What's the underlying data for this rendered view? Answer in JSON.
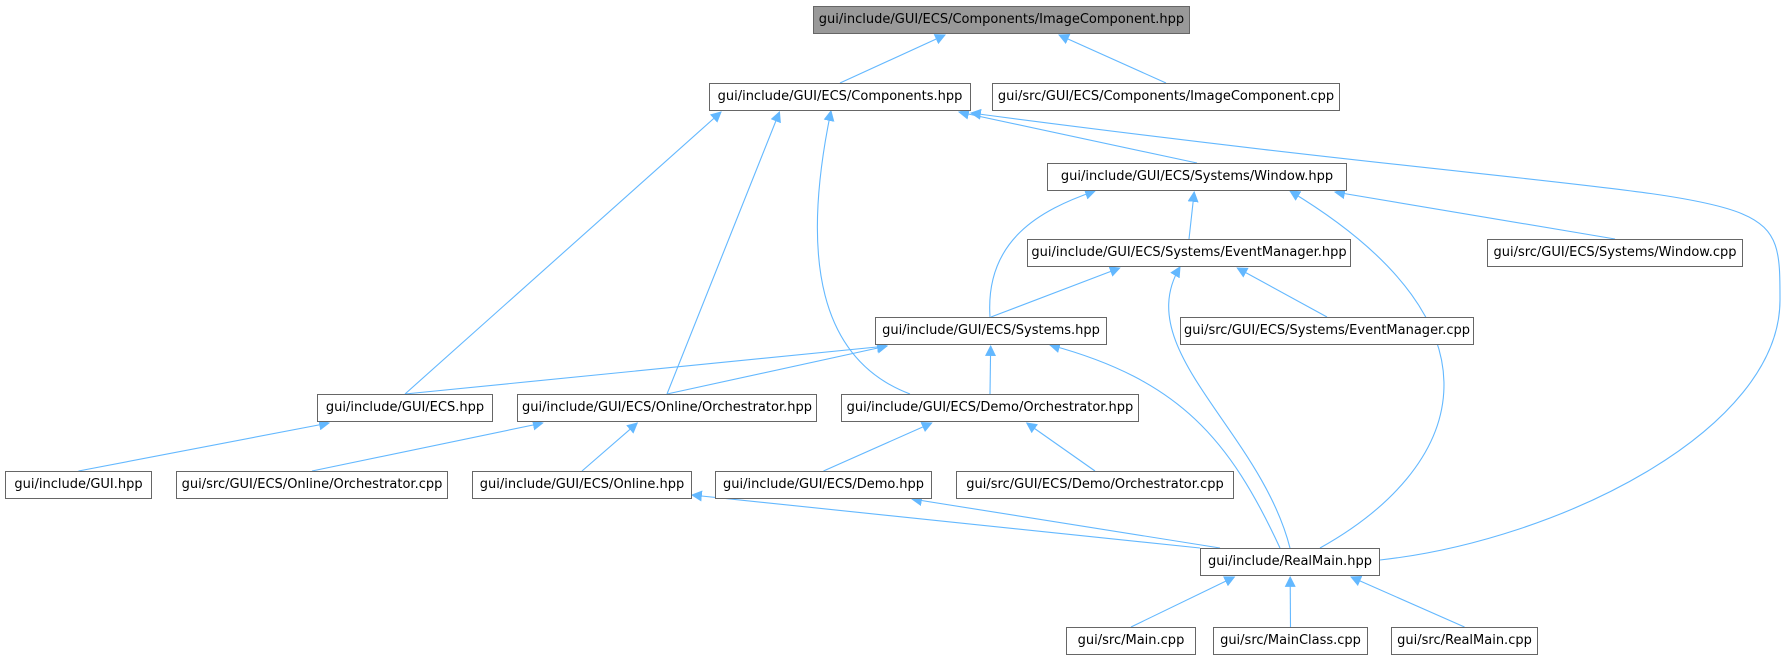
{
  "graph": {
    "colors": {
      "edge": "#63b8ff",
      "node_border": "#666666",
      "root_fill": "#999999",
      "node_fill": "#ffffff"
    },
    "nodes": {
      "image_component_hpp": "gui/include/GUI/ECS/Components/ImageComponent.hpp",
      "components_hpp": "gui/include/GUI/ECS/Components.hpp",
      "image_component_cpp": "gui/src/GUI/ECS/Components/ImageComponent.cpp",
      "window_hpp": "gui/include/GUI/ECS/Systems/Window.hpp",
      "event_manager_hpp": "gui/include/GUI/ECS/Systems/EventManager.hpp",
      "window_cpp": "gui/src/GUI/ECS/Systems/Window.cpp",
      "systems_hpp": "gui/include/GUI/ECS/Systems.hpp",
      "event_manager_cpp": "gui/src/GUI/ECS/Systems/EventManager.cpp",
      "ecs_hpp": "gui/include/GUI/ECS.hpp",
      "online_orchestrator_hpp": "gui/include/GUI/ECS/Online/Orchestrator.hpp",
      "demo_orchestrator_hpp": "gui/include/GUI/ECS/Demo/Orchestrator.hpp",
      "gui_hpp": "gui/include/GUI.hpp",
      "online_orchestrator_cpp": "gui/src/GUI/ECS/Online/Orchestrator.cpp",
      "online_hpp": "gui/include/GUI/ECS/Online.hpp",
      "demo_hpp": "gui/include/GUI/ECS/Demo.hpp",
      "demo_orchestrator_cpp": "gui/src/GUI/ECS/Demo/Orchestrator.cpp",
      "realmain_hpp": "gui/include/RealMain.hpp",
      "main_cpp": "gui/src/Main.cpp",
      "mainclass_cpp": "gui/src/MainClass.cpp",
      "realmain_cpp": "gui/src/RealMain.cpp"
    },
    "edges": [
      [
        "components_hpp",
        "image_component_hpp"
      ],
      [
        "image_component_cpp",
        "image_component_hpp"
      ],
      [
        "window_hpp",
        "components_hpp"
      ],
      [
        "ecs_hpp",
        "components_hpp"
      ],
      [
        "online_orchestrator_hpp",
        "components_hpp"
      ],
      [
        "demo_orchestrator_hpp",
        "components_hpp"
      ],
      [
        "realmain_hpp",
        "components_hpp"
      ],
      [
        "event_manager_hpp",
        "window_hpp"
      ],
      [
        "systems_hpp",
        "window_hpp"
      ],
      [
        "window_cpp",
        "window_hpp"
      ],
      [
        "realmain_hpp",
        "window_hpp"
      ],
      [
        "systems_hpp",
        "event_manager_hpp"
      ],
      [
        "event_manager_cpp",
        "event_manager_hpp"
      ],
      [
        "realmain_hpp",
        "event_manager_hpp"
      ],
      [
        "ecs_hpp",
        "systems_hpp"
      ],
      [
        "online_orchestrator_hpp",
        "systems_hpp"
      ],
      [
        "demo_orchestrator_hpp",
        "systems_hpp"
      ],
      [
        "realmain_hpp",
        "systems_hpp"
      ],
      [
        "gui_hpp",
        "ecs_hpp"
      ],
      [
        "online_orchestrator_cpp",
        "online_orchestrator_hpp"
      ],
      [
        "online_hpp",
        "online_orchestrator_hpp"
      ],
      [
        "demo_hpp",
        "demo_orchestrator_hpp"
      ],
      [
        "demo_orchestrator_cpp",
        "demo_orchestrator_hpp"
      ],
      [
        "realmain_hpp",
        "online_hpp"
      ],
      [
        "realmain_hpp",
        "demo_hpp"
      ],
      [
        "main_cpp",
        "realmain_hpp"
      ],
      [
        "mainclass_cpp",
        "realmain_hpp"
      ],
      [
        "realmain_cpp",
        "realmain_hpp"
      ]
    ]
  }
}
